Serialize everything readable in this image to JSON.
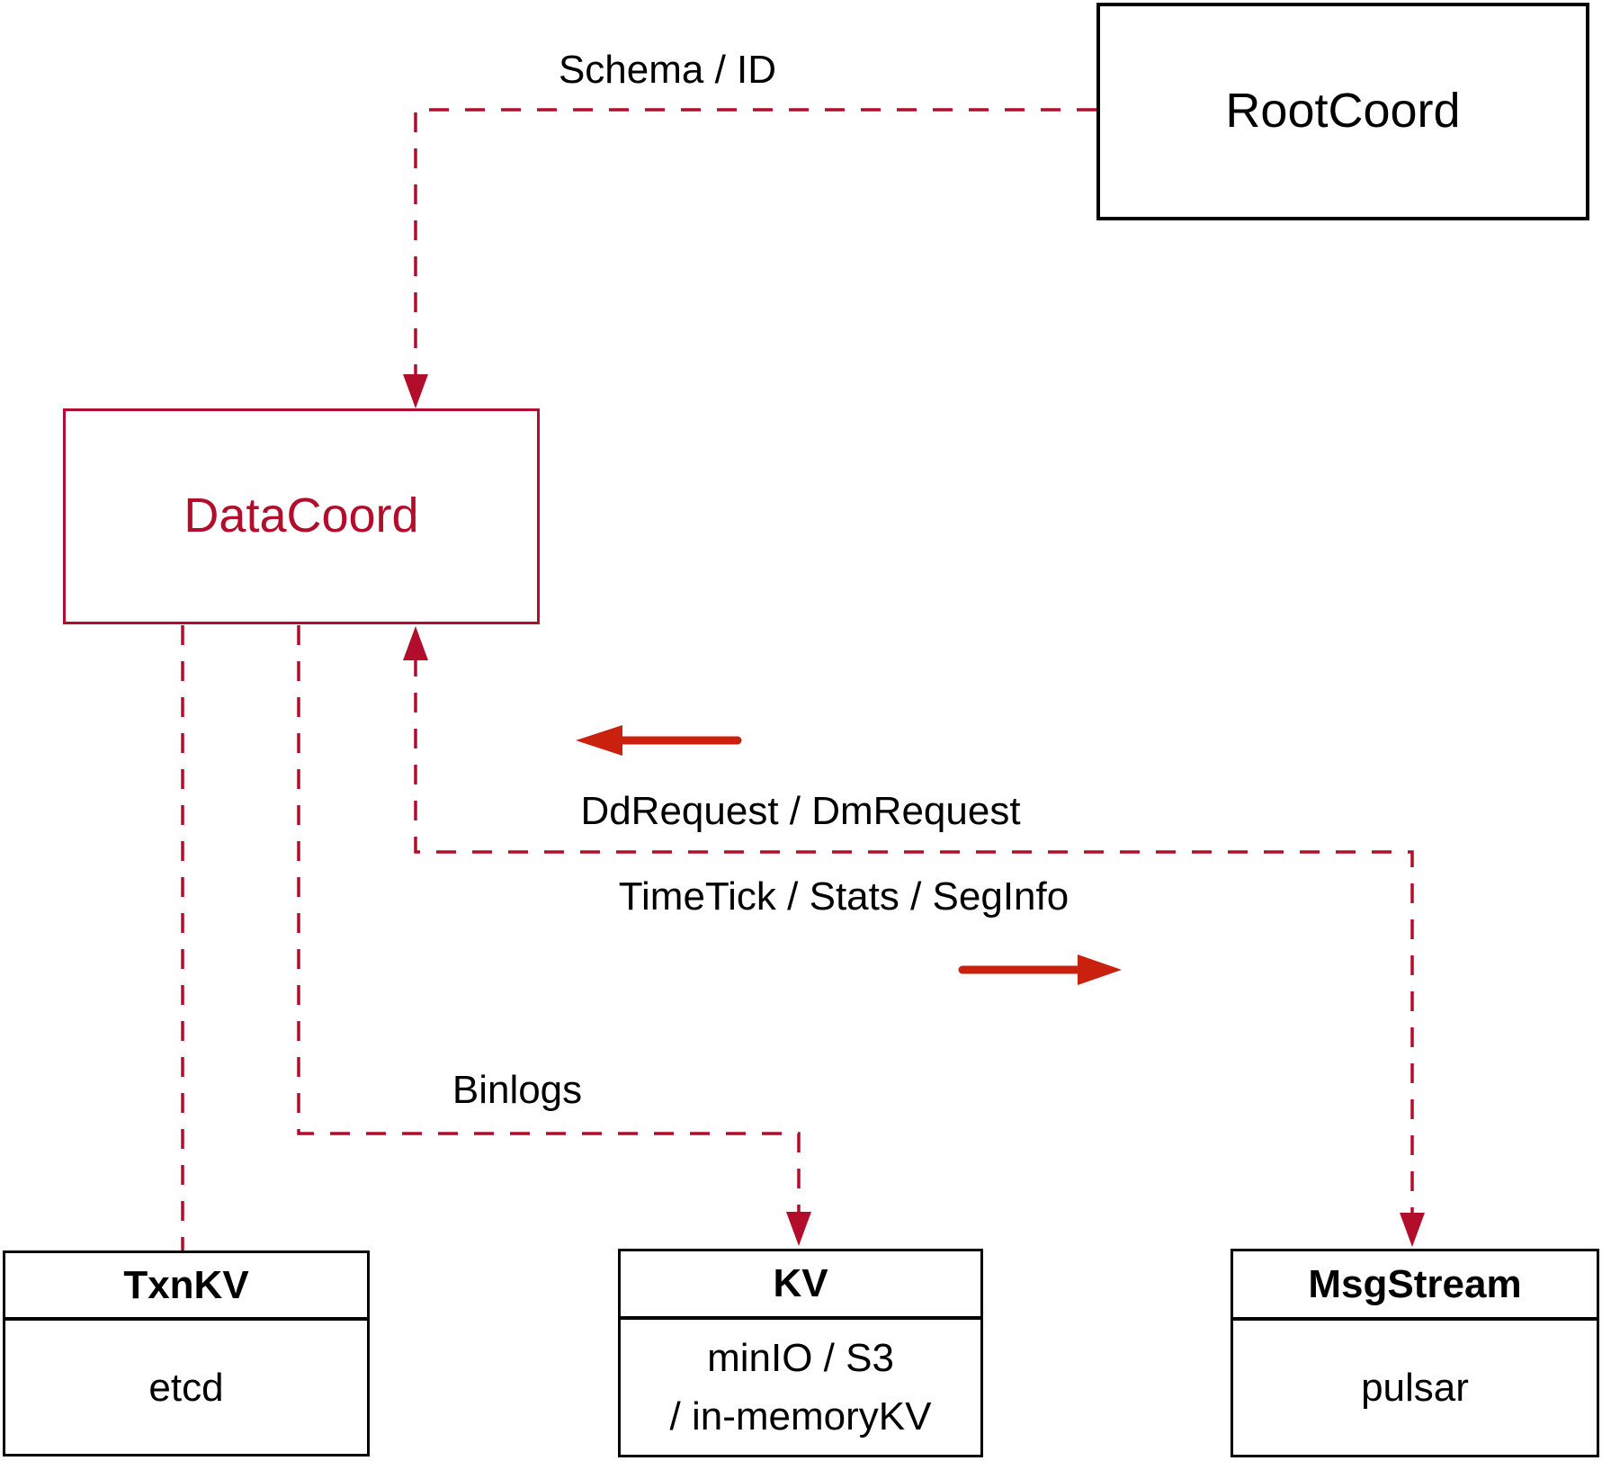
{
  "colors": {
    "crimson": "#b20e2c",
    "arrow_red": "#c9210e",
    "box_border": "#000000",
    "text": "#000000",
    "background": "#ffffff"
  },
  "nodes": {
    "rootcoord": {
      "label": "RootCoord"
    },
    "datacoord": {
      "label": "DataCoord"
    },
    "txnkv": {
      "title": "TxnKV",
      "body": "etcd"
    },
    "kv": {
      "title": "KV",
      "body_line1": "minIO / S3",
      "body_line2": "/ in-memoryKV"
    },
    "msgstream": {
      "title": "MsgStream",
      "body": "pulsar"
    }
  },
  "edge_labels": {
    "schema_id": "Schema / ID",
    "dd_request": "DdRequest / DmRequest",
    "time_tick": "TimeTick / Stats / SegInfo",
    "binlogs": "Binlogs"
  }
}
